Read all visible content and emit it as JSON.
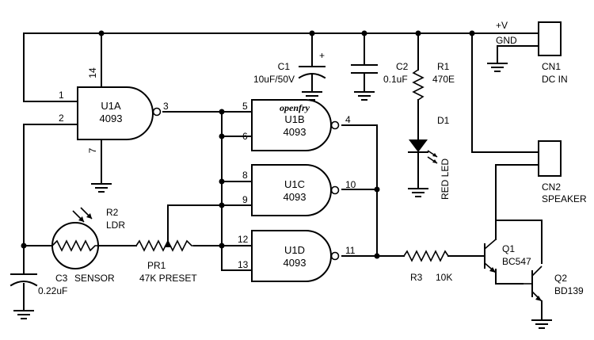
{
  "gates": {
    "u1a": {
      "name": "U1A",
      "part": "4093",
      "in1": "1",
      "in2": "2",
      "out": "3",
      "vcc": "14",
      "gnd": "7"
    },
    "u1b": {
      "name": "U1B",
      "part": "4093",
      "in1": "5",
      "in2": "6",
      "out": "4",
      "brand": "openfry"
    },
    "u1c": {
      "name": "U1C",
      "part": "4093",
      "in1": "8",
      "in2": "9",
      "out": "10"
    },
    "u1d": {
      "name": "U1D",
      "part": "4093",
      "in1": "12",
      "in2": "13",
      "out": "11"
    }
  },
  "components": {
    "c1": {
      "ref": "C1",
      "value": "10uF/50V",
      "polarity": "+"
    },
    "c2": {
      "ref": "C2",
      "value": "0.1uF"
    },
    "r1": {
      "ref": "R1",
      "value": "470E"
    },
    "d1": {
      "ref": "D1",
      "value": "RED LED"
    },
    "cn1": {
      "ref": "CN1",
      "value": "DC IN",
      "pin1": "+V",
      "pin2": "GND"
    },
    "cn2": {
      "ref": "CN2",
      "value": "SPEAKER"
    },
    "r2": {
      "ref": "R2",
      "value": "LDR",
      "note": "SENSOR"
    },
    "c3": {
      "ref": "C3",
      "value": "0.22uF"
    },
    "pr1": {
      "ref": "PR1",
      "value": "47K PRESET"
    },
    "r3": {
      "ref": "R3",
      "value": "10K"
    },
    "q1": {
      "ref": "Q1",
      "value": "BC547"
    },
    "q2": {
      "ref": "Q2",
      "value": "BD139"
    }
  }
}
